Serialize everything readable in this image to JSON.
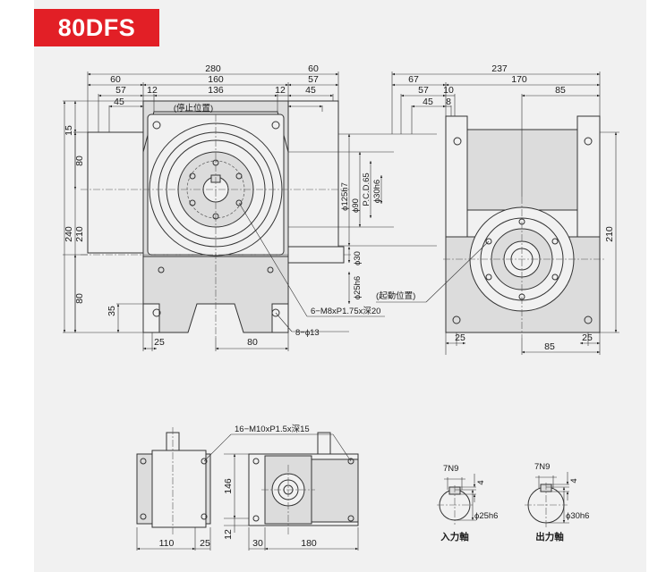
{
  "model": {
    "label": "80DFS",
    "badge_color": "#e21f26"
  },
  "front_view": {
    "top_dims": {
      "overall": "280",
      "side_left": "60",
      "side_right": "60",
      "center": "160",
      "left_57": "57",
      "right_57": "57",
      "inner_12_left": "12",
      "inner_136": "136",
      "inner_12_right": "12",
      "left_45": "45",
      "right_45": "45"
    },
    "left_dims": {
      "top_15": "15",
      "upper_80": "80",
      "height_240": "240",
      "height_210": "210",
      "lower_80": "80",
      "base_35": "35"
    },
    "bottom_dims": {
      "edge_25": "25",
      "span_80": "80"
    },
    "shaft_dims": {
      "dia_125": "ϕ125h7",
      "dia_90": "ϕ90",
      "pcd": "P.C.D.65",
      "dia_30h6": "ϕ30h6",
      "dia_30": "ϕ30",
      "dia_25h6": "ϕ25h6"
    },
    "notes": {
      "stop_position": "(停止位置)",
      "tapped_holes": "6−M8xP1.75x深20",
      "holes": "8−ϕ13"
    }
  },
  "side_view": {
    "top_dims": {
      "overall": "237",
      "left_67": "67",
      "span_170": "170",
      "left_57": "57",
      "small_10": "10",
      "left_45": "45",
      "small_8": "8",
      "right_85": "85"
    },
    "right_dims": {
      "height_210": "210"
    },
    "bottom_dims": {
      "left_25": "25",
      "right_25": "25",
      "bottom_85": "85"
    },
    "notes": {
      "start_position": "(起動位置)"
    }
  },
  "bottom_views": {
    "tapped_holes": "16−M10xP1.5x深15",
    "dims": {
      "h_146": "146",
      "h_12": "12",
      "w_110": "110",
      "w_25": "25",
      "w_30": "30",
      "w_180": "180"
    }
  },
  "shafts": {
    "input": {
      "keyway": "7N9",
      "depth": "4",
      "dia": "ϕ25h6",
      "label": "入力軸"
    },
    "output": {
      "keyway": "7N9",
      "depth": "4",
      "dia": "ϕ30h6",
      "label": "出力軸"
    }
  }
}
